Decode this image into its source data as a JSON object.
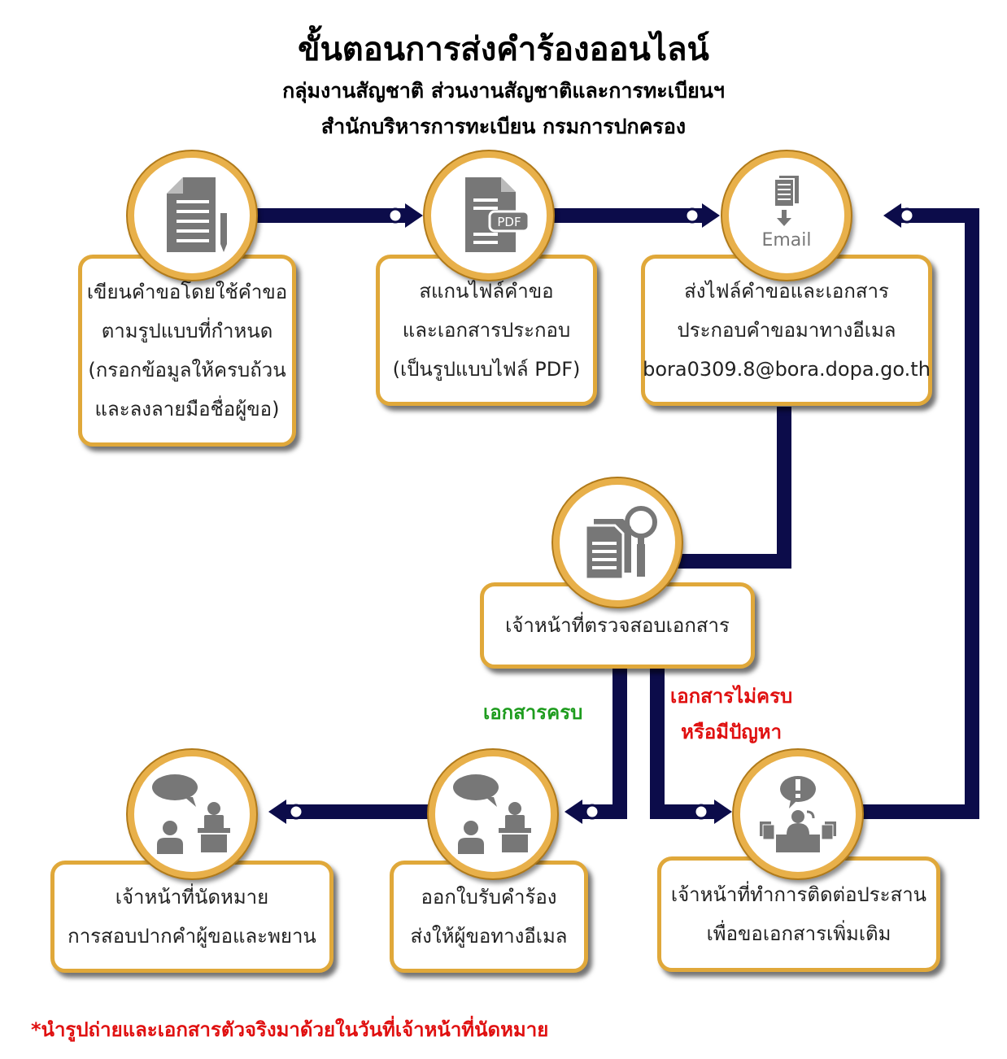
{
  "header": {
    "title": "ขั้นตอนการส่งคำร้องออนไลน์",
    "subtitle1": "กลุ่มงานสัญชาติ ส่วนงานสัญชาติและการทะเบียนฯ",
    "subtitle2": "สำนักบริหารการทะเบียน กรมการปกครอง"
  },
  "steps": {
    "write": {
      "icon": "document-pen-icon",
      "lines": [
        "เขียนคำขอโดยใช้คำขอ",
        "ตามรูปแบบที่กำหนด",
        "(กรอกข้อมูลให้ครบถ้วน",
        "และลงลายมือชื่อผู้ขอ)"
      ]
    },
    "scan": {
      "icon": "pdf-file-icon",
      "icon_text": "PDF",
      "lines": [
        "สแกนไฟล์คำขอ",
        "และเอกสารประกอบ",
        "(เป็นรูปแบบไฟล์ PDF)"
      ]
    },
    "email": {
      "icon": "email-document-icon",
      "icon_text": "Email",
      "lines": [
        "ส่งไฟล์คำขอและเอกสาร",
        "ประกอบคำขอมาทางอีเมล",
        "bora0309.8@bora.dopa.go.th"
      ]
    },
    "verify": {
      "icon": "document-search-icon",
      "lines": [
        "เจ้าหน้าที่ตรวจสอบเอกสาร"
      ]
    },
    "contact": {
      "icon": "officer-alert-icon",
      "lines": [
        "เจ้าหน้าที่ทำการติดต่อประสาน",
        "เพื่อขอเอกสารเพิ่มเติม"
      ]
    },
    "receipt": {
      "icon": "meeting-chat-icon",
      "lines": [
        "ออกใบรับคำร้อง",
        "ส่งให้ผู้ขอทางอีเมล"
      ]
    },
    "appoint": {
      "icon": "meeting-chat-icon",
      "lines": [
        "เจ้าหน้าที่นัดหมาย",
        "การสอบปากคำผู้ขอและพยาน"
      ]
    }
  },
  "branches": {
    "complete": "เอกสารครบ",
    "incomplete_1": "เอกสารไม่ครบ",
    "incomplete_2": "หรือมีปัญหา"
  },
  "footnote": "*นำรูปถ่ายและเอกสารตัวจริงมาด้วยในวันที่เจ้าหน้าที่นัดหมาย",
  "colors": {
    "connector": "#0c0c4a",
    "box_border": "#e0a83a",
    "icon_gray": "#777777",
    "complete_label": "#1e9c1e",
    "incomplete_label": "#e01010"
  }
}
